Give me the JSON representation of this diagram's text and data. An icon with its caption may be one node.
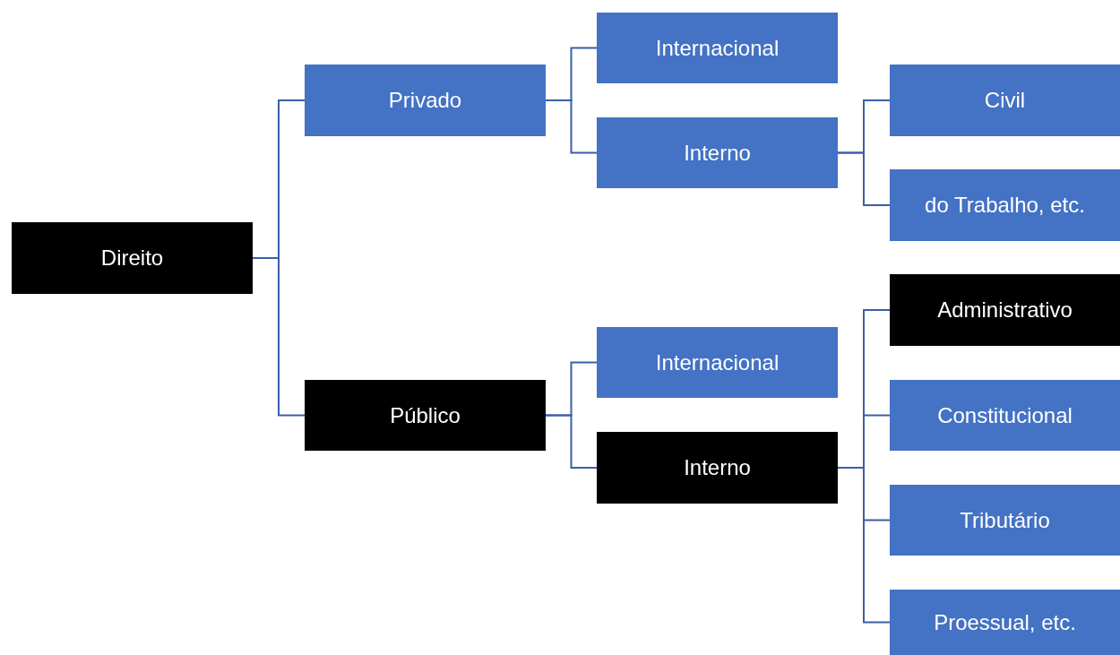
{
  "diagram": {
    "nodes": [
      {
        "text": [
          "Direito"
        ]
      },
      {
        "text": [
          "Privado"
        ]
      },
      {
        "text": [
          "Público"
        ]
      },
      {
        "text": [
          "Internacional"
        ]
      },
      {
        "text": [
          "Interno"
        ]
      },
      {
        "text": [
          "Civil"
        ]
      },
      {
        "text": [
          "do Trabalho, etc."
        ]
      },
      {
        "text": [
          "Internacional"
        ]
      },
      {
        "text": [
          "Interno"
        ]
      },
      {
        "text": [
          "Administrativo"
        ]
      },
      {
        "text": [
          "Constitucional"
        ]
      },
      {
        "text": [
          "Tributário"
        ]
      },
      {
        "text": [
          "Proessual, etc."
        ]
      }
    ],
    "edges": [
      {
        "from": 0,
        "to": 1,
        "arrow": "none"
      },
      {
        "from": 0,
        "to": 2,
        "arrow": "none"
      },
      {
        "from": 1,
        "to": 3,
        "arrow": "none"
      },
      {
        "from": 1,
        "to": 4,
        "arrow": "none"
      },
      {
        "from": 4,
        "to": 5,
        "arrow": "none"
      },
      {
        "from": 4,
        "to": 6,
        "arrow": "none"
      },
      {
        "from": 2,
        "to": 7,
        "arrow": "none"
      },
      {
        "from": 2,
        "to": 8,
        "arrow": "none"
      },
      {
        "from": 8,
        "to": 9,
        "arrow": "none"
      },
      {
        "from": 8,
        "to": 10,
        "arrow": "none"
      },
      {
        "from": 8,
        "to": 11,
        "arrow": "none"
      },
      {
        "from": 8,
        "to": 12,
        "arrow": "none"
      }
    ]
  }
}
